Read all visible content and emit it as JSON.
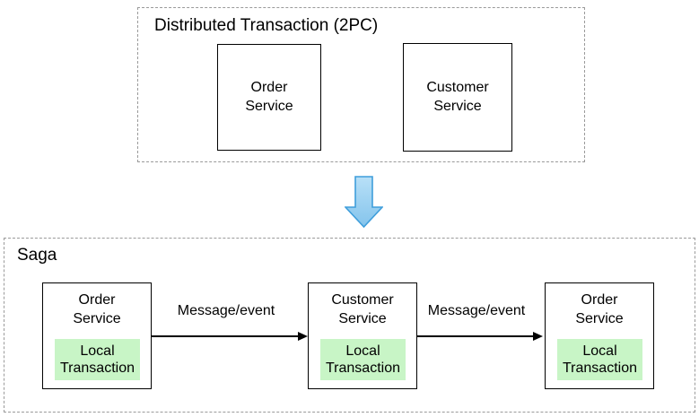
{
  "top_section": {
    "title": "Distributed Transaction (2PC)",
    "boxes": [
      {
        "label": "Order\nService"
      },
      {
        "label": "Customer\nService"
      }
    ]
  },
  "transform_arrow": {
    "direction": "down",
    "fill_top": "#b8e0f7",
    "fill_bottom": "#84c4ec",
    "stroke": "#3f9edb"
  },
  "bottom_section": {
    "title": "Saga",
    "boxes": [
      {
        "service": "Order\nService",
        "local_transaction": "Local\nTransaction"
      },
      {
        "service": "Customer\nService",
        "local_transaction": "Local\nTransaction"
      },
      {
        "service": "Order\nService",
        "local_transaction": "Local\nTransaction"
      }
    ],
    "arrows": [
      {
        "label": "Message/event"
      },
      {
        "label": "Message/event"
      }
    ]
  },
  "colors": {
    "background": "#ffffff",
    "local_transaction_bg": "#c8f5c6",
    "box_border": "#000000",
    "dashed_border": "#9a9a9a",
    "text": "#000000"
  }
}
